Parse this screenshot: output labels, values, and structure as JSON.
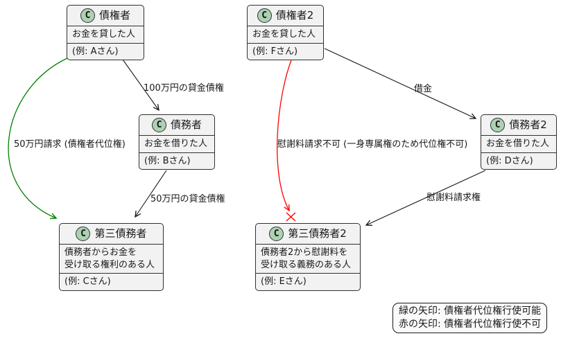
{
  "diagram": {
    "nodes": {
      "creditor": {
        "stereotype": "C",
        "title": "債権者",
        "desc1": "お金を貸した人",
        "example": "(例: Aさん)"
      },
      "creditor2": {
        "stereotype": "C",
        "title": "債権者2",
        "desc1": "お金を貸した人",
        "example": "(例: Fさん)"
      },
      "debtor": {
        "stereotype": "C",
        "title": "債務者",
        "desc1": "お金を借りた人",
        "example": "(例: Bさん)"
      },
      "debtor2": {
        "stereotype": "C",
        "title": "債務者2",
        "desc1": "お金を借りた人",
        "example": "(例: Dさん)"
      },
      "third_debtor": {
        "stereotype": "C",
        "title": "第三債務者",
        "desc1": "債務者からお金を",
        "desc2": "受け取る権利のある人",
        "example": "(例: Cさん)"
      },
      "third_debtor2": {
        "stereotype": "C",
        "title": "第三債務者2",
        "desc1": "債務者2から慰謝料を",
        "desc2": "受け取る義務のある人",
        "example": "(例: Eさん)"
      }
    },
    "edge_labels": {
      "loan_100": "100万円の貸金債権",
      "claim_50": "50万円請求 (債権者代位権)",
      "loan_50": "50万円の貸金債権",
      "debt": "借金",
      "no_claim": "慰謝料請求不可 (一身専属権のため代位権不可)",
      "solatium": "慰謝料請求権"
    },
    "legend": {
      "line1": "緑の矢印: 債権者代位権行使可能",
      "line2": "赤の矢印: 債権者代位権行使不可"
    },
    "colors": {
      "arrow_black": "#181818",
      "arrow_green": "#008000",
      "arrow_red": "#ff0000",
      "node_bg": "#f2f2f2",
      "node_border": "#2f2f2f",
      "stereotype_bg": "#add1b2"
    }
  }
}
